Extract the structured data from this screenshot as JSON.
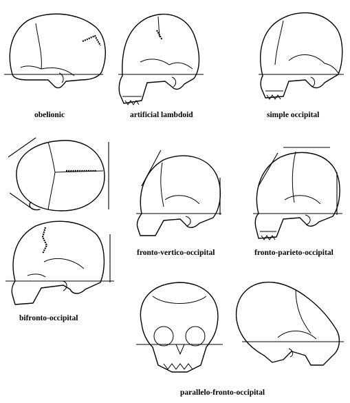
{
  "figure": {
    "captions": {
      "obelionic": "obelionic",
      "artificial_lambdoid": "artificial lambdoid",
      "simple_occipital": "simple occipital",
      "fronto_vertico_occipital": "fronto-vertico-occipital",
      "fronto_parieto_occipital": "fronto-parieto-occipital",
      "bifronto_occipital": "bifronto-occipital",
      "parallelo_fronto_occipital": "parallelo-fronto-occipital"
    }
  }
}
